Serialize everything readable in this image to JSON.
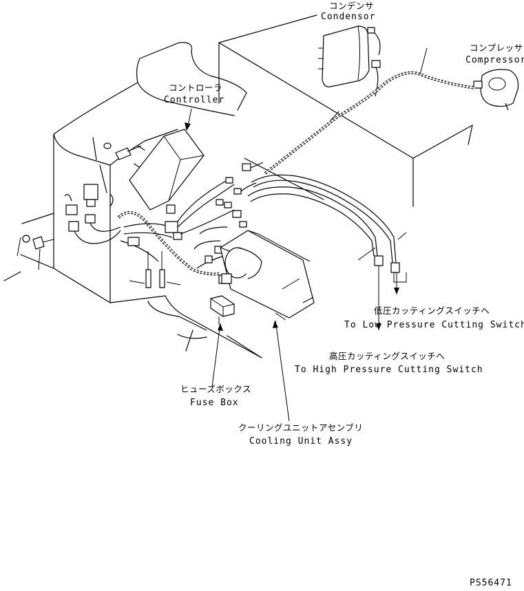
{
  "labels": {
    "condenser_jp": "コンデンサ",
    "condenser_en": "Condensor",
    "compressor_jp": "コンプレッサ",
    "compressor_en": "Compressor",
    "controller_jp": "コントローラ",
    "controller_en": "Controller",
    "low_switch_jp": "低圧カッティングスイッチへ",
    "low_switch_en": "To Low Pressure Cutting Switch",
    "high_switch_jp": "高圧カッティングスイッチへ",
    "high_switch_en": "To High Pressure Cutting Switch",
    "fuse_box_jp": "ヒューズボックス",
    "fuse_box_en": "Fuse Box",
    "cooling_unit_jp": "クーリングユニットアセンブリ",
    "cooling_unit_en": "Cooling Unit Assy",
    "part_number": "PS56471"
  }
}
